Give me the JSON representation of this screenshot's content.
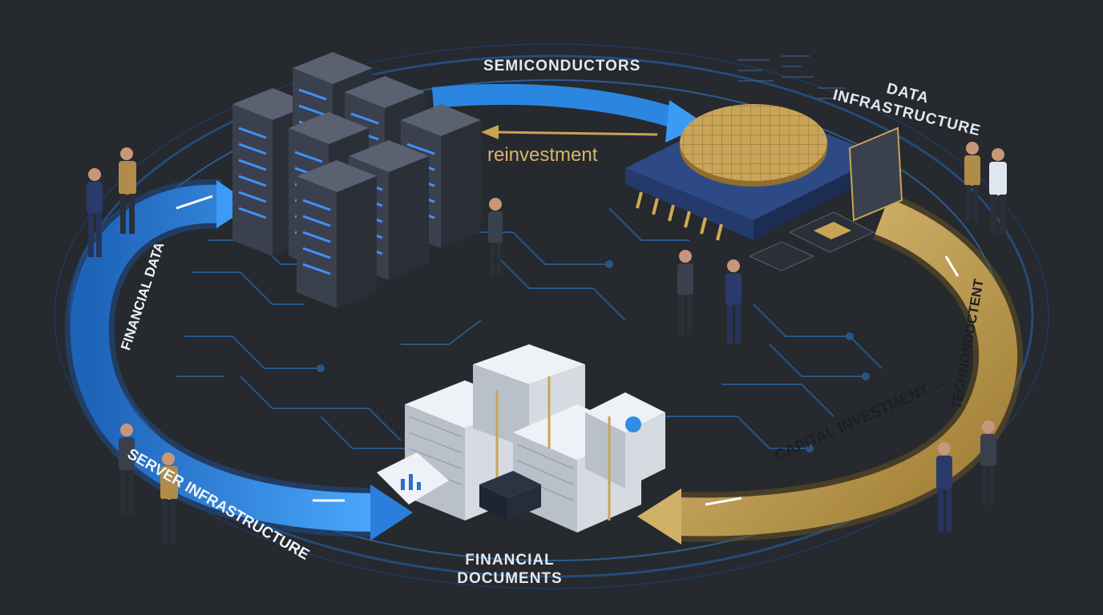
{
  "labels": {
    "semiconductors": "SEMICONDUCTORS",
    "data_infra_line1": "DATA",
    "data_infra_line2": "INFRASTRUCTURE",
    "reinvestment": "reinvestment",
    "financial_docs_line1": "FINANCIAL",
    "financial_docs_line2": "DOCUMENTS"
  },
  "arrows": {
    "financial_data": "FINANCIAL DATA",
    "server_infrastructure": "SERVER INFRASTRUCTURE",
    "capital_investment": "CAPITAL INVESTMENT →",
    "technoductent": "TECHNONDUCTENT"
  },
  "colors": {
    "background": "#26292e",
    "blue_flow": "#2f8fe6",
    "gold_flow": "#c9a454",
    "circuit": "#2a5f95",
    "server_body": "#3b4250",
    "chip_body": "#2e4a86",
    "wafer": "#c8a45a",
    "paper": "#eef1f5"
  },
  "icons": [
    "server-rack-icon",
    "semiconductor-chip-icon",
    "silicon-wafer-icon",
    "document-stack-icon",
    "person-icon"
  ]
}
